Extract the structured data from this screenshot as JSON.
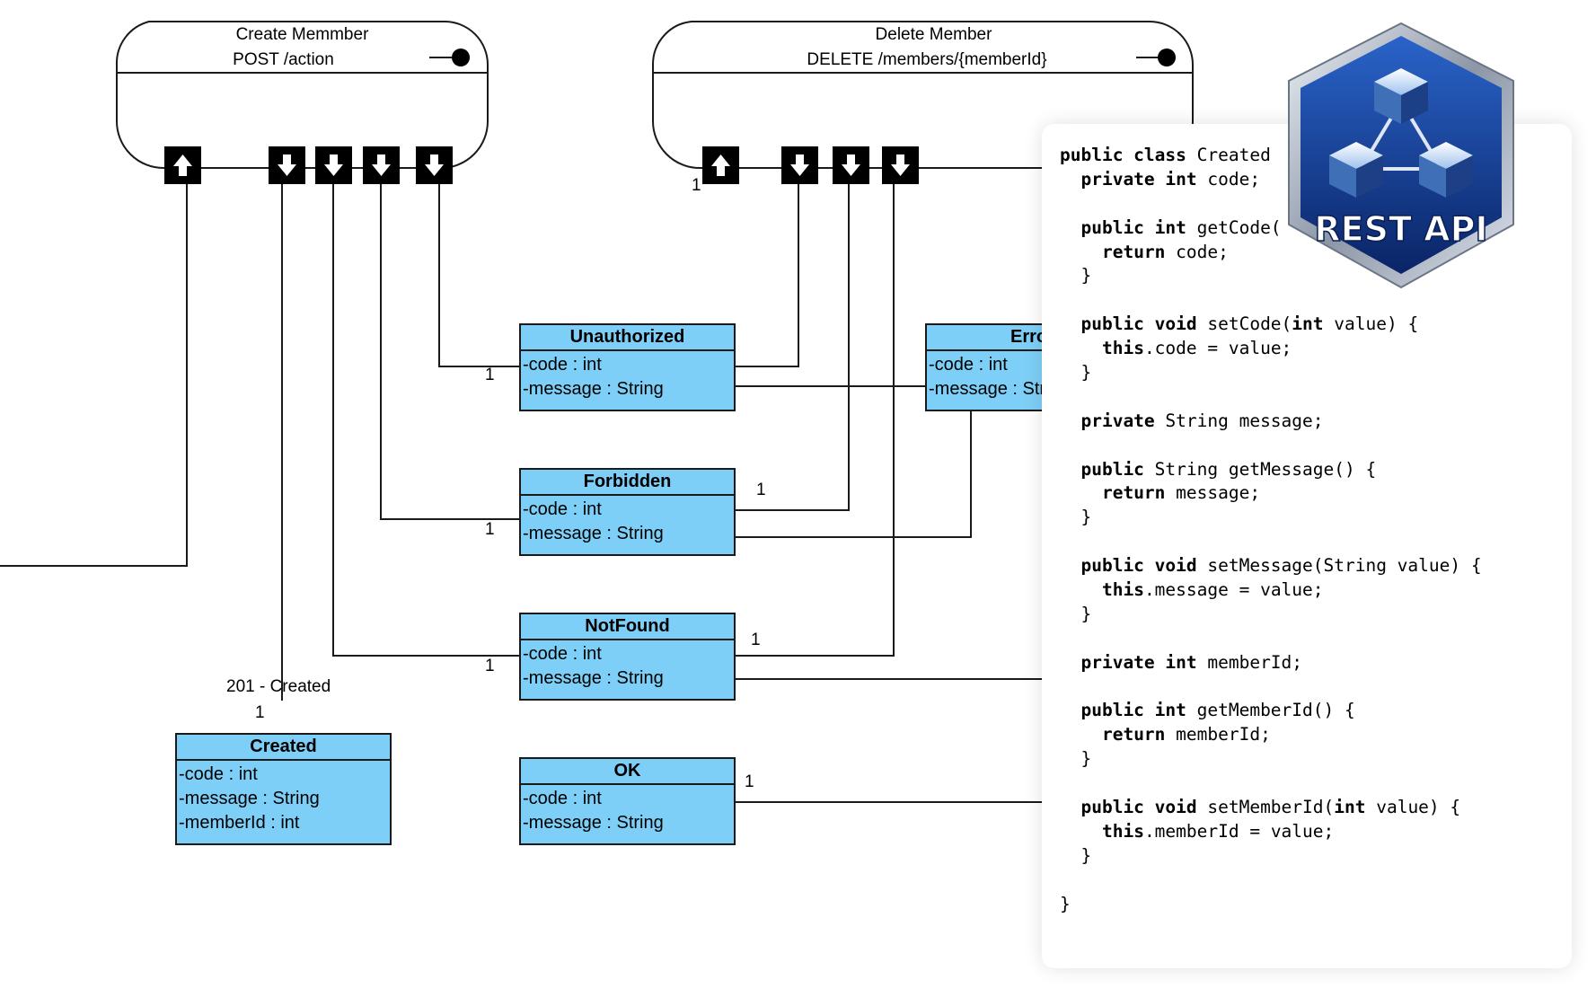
{
  "resources": [
    {
      "name": "Create Memmber",
      "endpoint": "POST /action"
    },
    {
      "name": "Delete Member",
      "endpoint": "DELETE /members/{memberId}"
    }
  ],
  "classes": {
    "unauthorized": {
      "name": "Unauthorized",
      "attrs": [
        "-code : int",
        "-message : String"
      ]
    },
    "forbidden": {
      "name": "Forbidden",
      "attrs": [
        "-code : int",
        "-message : String"
      ]
    },
    "notfound": {
      "name": "NotFound",
      "attrs": [
        "-code : int",
        "-message : String"
      ]
    },
    "ok": {
      "name": "OK",
      "attrs": [
        "-code : int",
        "-message : String"
      ]
    },
    "created": {
      "name": "Created",
      "attrs": [
        "-code : int",
        "-message : String",
        "-memberId : int"
      ]
    },
    "error": {
      "name": "Erro",
      "attrs": [
        "-code : int",
        "-message : Str"
      ]
    }
  },
  "labels": {
    "created_response": "201 - Created",
    "multiplicity": "1"
  },
  "badge": {
    "text": "REST API"
  },
  "code_lines": [
    [
      {
        "t": "public class",
        "b": true
      },
      {
        "t": " Created"
      }
    ],
    [
      {
        "t": "  "
      },
      {
        "t": "private int",
        "b": true
      },
      {
        "t": " code;"
      }
    ],
    [],
    [
      {
        "t": "  "
      },
      {
        "t": "public int",
        "b": true
      },
      {
        "t": " getCode("
      }
    ],
    [
      {
        "t": "    "
      },
      {
        "t": "return",
        "b": true
      },
      {
        "t": " code;"
      }
    ],
    [
      {
        "t": "  }"
      }
    ],
    [],
    [
      {
        "t": "  "
      },
      {
        "t": "public void",
        "b": true
      },
      {
        "t": " setCode("
      },
      {
        "t": "int",
        "b": true
      },
      {
        "t": " value) {"
      }
    ],
    [
      {
        "t": "    "
      },
      {
        "t": "this",
        "b": true
      },
      {
        "t": ".code = value;"
      }
    ],
    [
      {
        "t": "  }"
      }
    ],
    [],
    [
      {
        "t": "  "
      },
      {
        "t": "private",
        "b": true
      },
      {
        "t": " String message;"
      }
    ],
    [],
    [
      {
        "t": "  "
      },
      {
        "t": "public",
        "b": true
      },
      {
        "t": " String getMessage() {"
      }
    ],
    [
      {
        "t": "    "
      },
      {
        "t": "return",
        "b": true
      },
      {
        "t": " message;"
      }
    ],
    [
      {
        "t": "  }"
      }
    ],
    [],
    [
      {
        "t": "  "
      },
      {
        "t": "public void",
        "b": true
      },
      {
        "t": " setMessage(String value) {"
      }
    ],
    [
      {
        "t": "    "
      },
      {
        "t": "this",
        "b": true
      },
      {
        "t": ".message = value;"
      }
    ],
    [
      {
        "t": "  }"
      }
    ],
    [],
    [
      {
        "t": "  "
      },
      {
        "t": "private int",
        "b": true
      },
      {
        "t": " memberId;"
      }
    ],
    [],
    [
      {
        "t": "  "
      },
      {
        "t": "public int",
        "b": true
      },
      {
        "t": " getMemberId() {"
      }
    ],
    [
      {
        "t": "    "
      },
      {
        "t": "return",
        "b": true
      },
      {
        "t": " memberId;"
      }
    ],
    [
      {
        "t": "  }"
      }
    ],
    [],
    [
      {
        "t": "  "
      },
      {
        "t": "public void",
        "b": true
      },
      {
        "t": " setMemberId("
      },
      {
        "t": "int",
        "b": true
      },
      {
        "t": " value) {"
      }
    ],
    [
      {
        "t": "    "
      },
      {
        "t": "this",
        "b": true
      },
      {
        "t": ".memberId = value;"
      }
    ],
    [
      {
        "t": "  }"
      }
    ],
    [],
    [
      {
        "t": "}"
      }
    ]
  ]
}
